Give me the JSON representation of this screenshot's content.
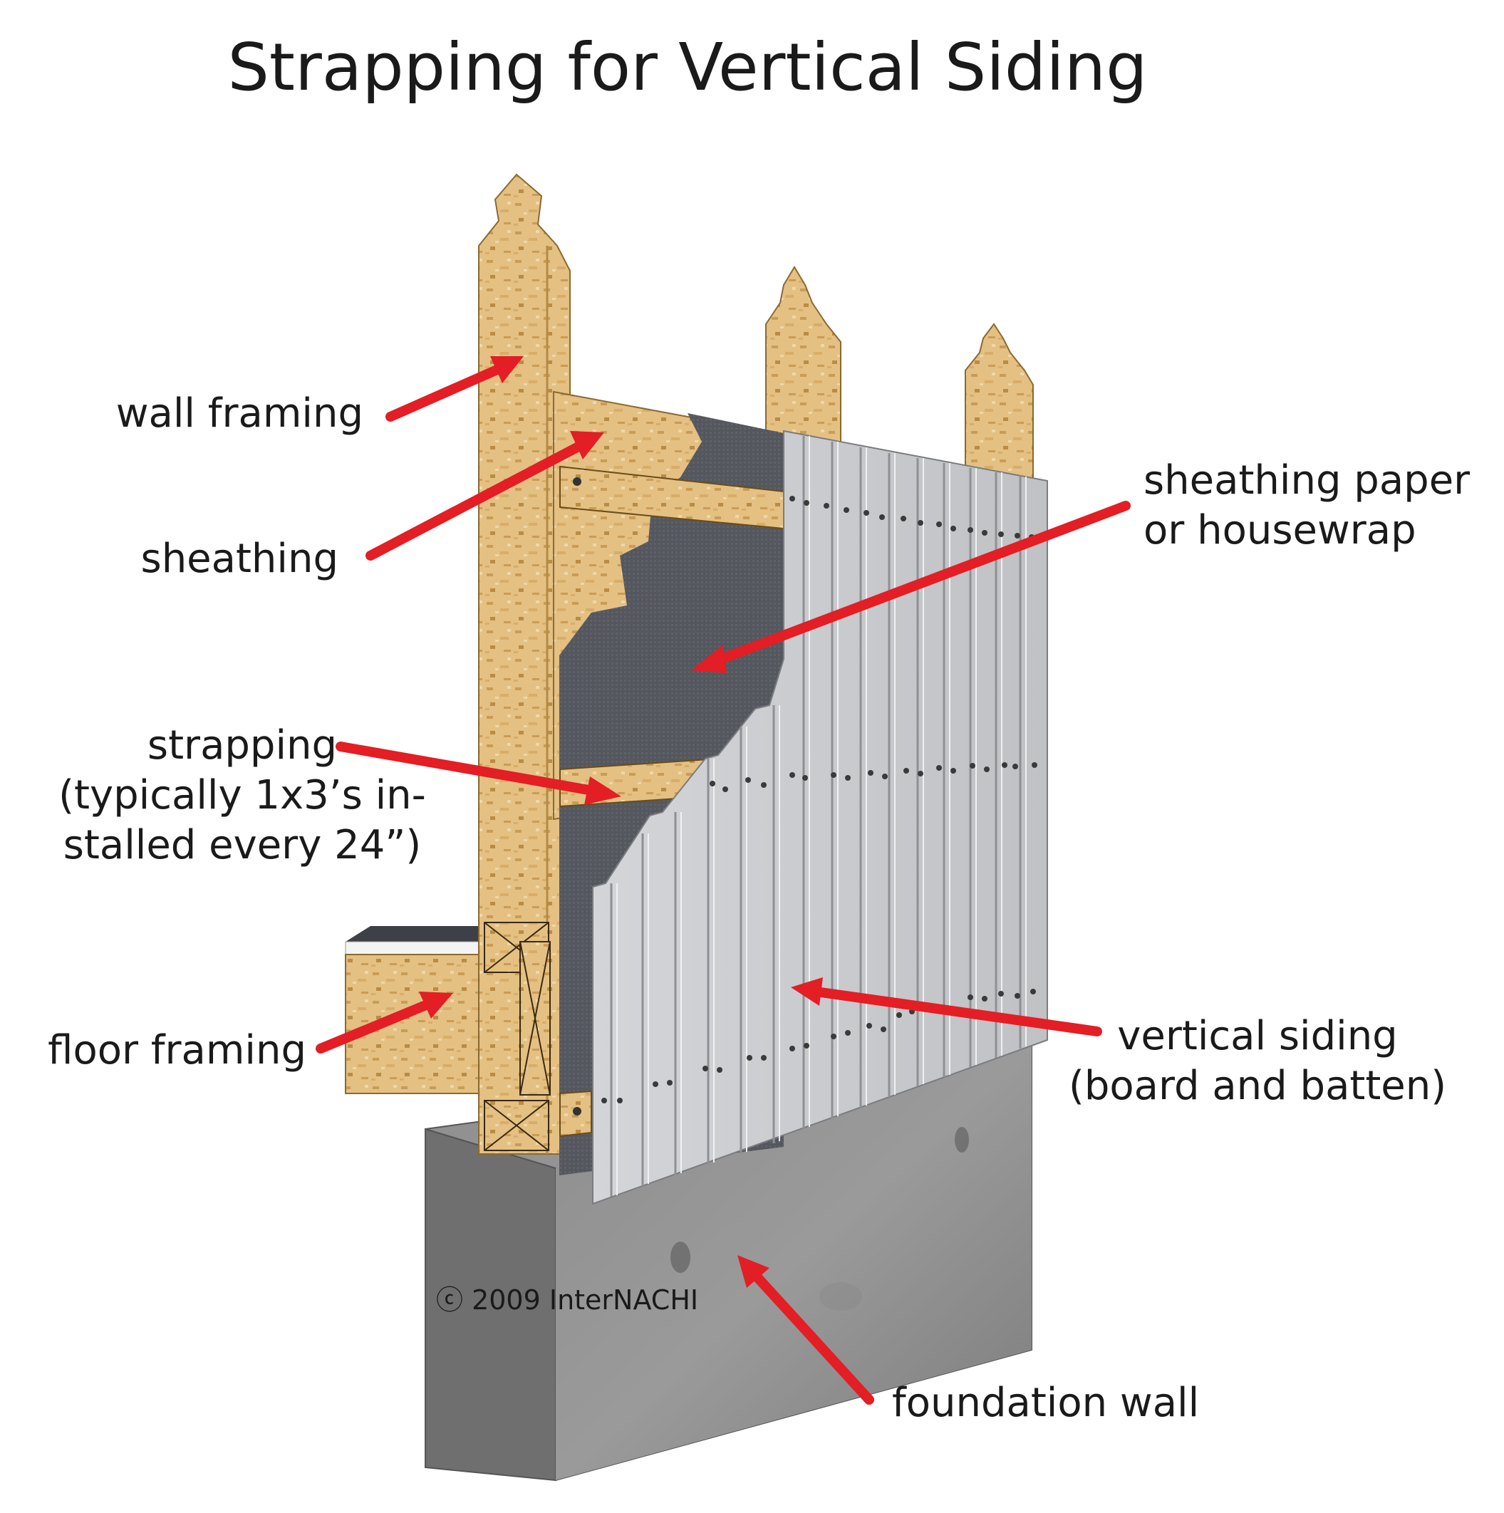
{
  "title": "Strapping for Vertical Siding",
  "labels": {
    "wall_framing": "wall framing",
    "sheathing": "sheathing",
    "sheathing_paper_1": "sheathing paper",
    "sheathing_paper_2": "or housewrap",
    "strapping_1": "strapping",
    "strapping_2": "(typically 1x3’s in-",
    "strapping_3": "stalled every 24”)",
    "floor_framing": "floor framing",
    "vertical_siding_1": "vertical siding",
    "vertical_siding_2": "(board and batten)",
    "foundation_wall": "foundation wall"
  },
  "copyright": "ⓒ 2009  InterNACHI",
  "colors": {
    "arrow": "#e31e24",
    "wood": "#e2bd7f",
    "paper": "#55575f",
    "siding": "#c9cbce",
    "concrete": "#8a8a8a"
  }
}
